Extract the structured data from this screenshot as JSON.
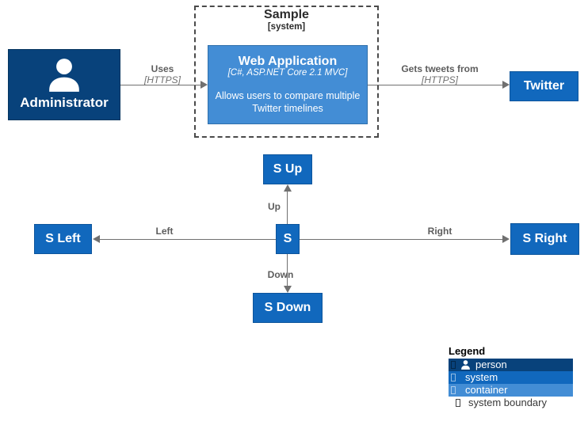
{
  "diagram": {
    "boundary": {
      "title": "Sample",
      "subtitle": "[system]"
    },
    "nodes": {
      "administrator": {
        "label": "Administrator"
      },
      "web_application": {
        "title": "Web Application",
        "technology": "[C#, ASP.NET Core 2.1 MVC]",
        "description": "Allows users to compare multiple Twitter timelines"
      },
      "twitter": {
        "label": "Twitter"
      },
      "s_up": {
        "label": "S Up"
      },
      "s_left": {
        "label": "S Left"
      },
      "s": {
        "label": "S"
      },
      "s_right": {
        "label": "S Right"
      },
      "s_down": {
        "label": "S Down"
      }
    },
    "edges": {
      "uses": {
        "label": "Uses",
        "technology": "[HTTPS]"
      },
      "gets_tweets_from": {
        "label": "Gets tweets from",
        "technology": "[HTTPS]"
      },
      "up": {
        "label": "Up"
      },
      "down": {
        "label": "Down"
      },
      "left": {
        "label": "Left"
      },
      "right": {
        "label": "Right"
      }
    },
    "colors": {
      "person": "#08427b",
      "system": "#1168bd",
      "container": "#438dd5",
      "relationship": "#707070"
    }
  },
  "legend": {
    "title": "Legend",
    "items": [
      {
        "label": "person",
        "color": "#08427b"
      },
      {
        "label": "system",
        "color": "#1168bd"
      },
      {
        "label": "container",
        "color": "#438dd5"
      },
      {
        "label": "system boundary",
        "color": "transparent"
      }
    ]
  }
}
